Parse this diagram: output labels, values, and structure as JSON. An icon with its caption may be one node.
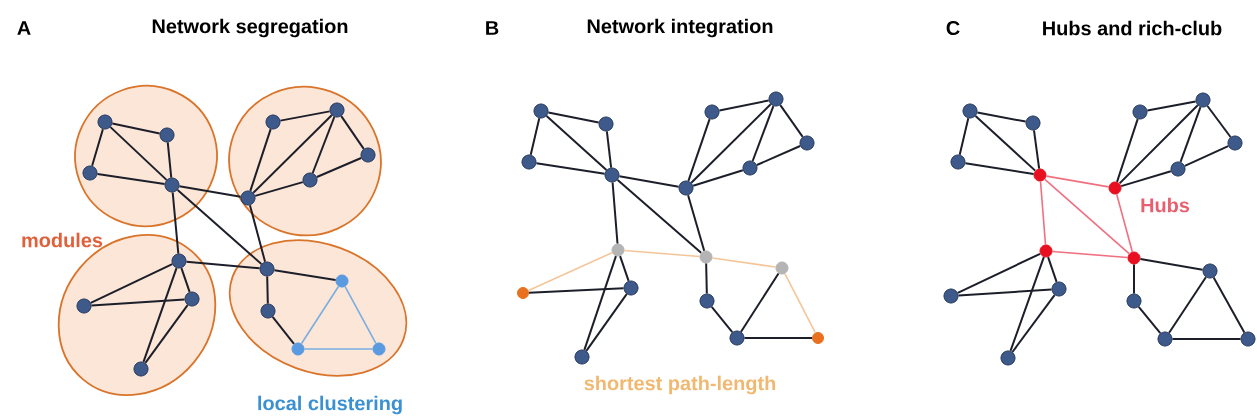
{
  "diagram": {
    "labels": [
      "A",
      "Network segregation",
      "B",
      "Network integration",
      "C",
      "Hubs and rich-club",
      "modules",
      "Hubs",
      "shortest path-length",
      "local clustering"
    ],
    "nodes": [
      {
        "text": [],
        "shape": "ellipse"
      },
      {
        "text": [],
        "shape": "ellipse"
      },
      {
        "text": [],
        "shape": "ellipse"
      },
      {
        "text": [],
        "shape": "ellipse"
      },
      {
        "text": [],
        "shape": "circle",
        "in": 0
      },
      {
        "text": [],
        "shape": "circle",
        "in": 0
      },
      {
        "text": [],
        "shape": "circle",
        "in": 0
      },
      {
        "text": [],
        "shape": "circle",
        "in": 0
      },
      {
        "text": [],
        "shape": "circle",
        "in": 1
      },
      {
        "text": [],
        "shape": "circle",
        "in": 1
      },
      {
        "text": [],
        "shape": "circle",
        "in": 1
      },
      {
        "text": [],
        "shape": "circle",
        "in": 1
      },
      {
        "text": [],
        "shape": "circle",
        "in": 1
      },
      {
        "text": [],
        "shape": "circle",
        "in": 2
      },
      {
        "text": [],
        "shape": "circle",
        "in": 2
      },
      {
        "text": [],
        "shape": "circle",
        "in": 2
      },
      {
        "text": [],
        "shape": "circle",
        "in": 2
      },
      {
        "text": [],
        "shape": "circle",
        "in": 3
      },
      {
        "text": [],
        "shape": "circle",
        "in": 3
      },
      {
        "text": [],
        "shape": "circle",
        "in": 3
      },
      {
        "text": [],
        "shape": "circle",
        "in": 3
      },
      {
        "text": [],
        "shape": "circle",
        "in": 3
      },
      {
        "text": [],
        "shape": "circle"
      },
      {
        "text": [],
        "shape": "circle"
      },
      {
        "text": [],
        "shape": "circle"
      },
      {
        "text": [],
        "shape": "circle"
      },
      {
        "text": [],
        "shape": "circle"
      },
      {
        "text": [],
        "shape": "circle"
      },
      {
        "text": [],
        "shape": "circle"
      },
      {
        "text": [],
        "shape": "circle"
      },
      {
        "text": [],
        "shape": "circle"
      },
      {
        "text": [],
        "shape": "circle"
      },
      {
        "text": [],
        "shape": "circle"
      },
      {
        "text": [],
        "shape": "circle"
      },
      {
        "text": [],
        "shape": "circle"
      },
      {
        "text": [],
        "shape": "circle"
      },
      {
        "text": [],
        "shape": "circle"
      },
      {
        "text": [],
        "shape": "circle"
      },
      {
        "text": [],
        "shape": "circle"
      },
      {
        "text": [],
        "shape": "circle"
      },
      {
        "text": [],
        "shape": "circle"
      },
      {
        "text": [],
        "shape": "circle"
      },
      {
        "text": [],
        "shape": "circle"
      },
      {
        "text": [],
        "shape": "circle"
      },
      {
        "text": [],
        "shape": "circle"
      },
      {
        "text": [],
        "shape": "circle"
      },
      {
        "text": [],
        "shape": "circle"
      },
      {
        "text": [],
        "shape": "circle"
      },
      {
        "text": [],
        "shape": "circle"
      },
      {
        "text": [],
        "shape": "circle"
      },
      {
        "text": [],
        "shape": "circle"
      },
      {
        "text": [],
        "shape": "circle"
      },
      {
        "text": [],
        "shape": "circle"
      },
      {
        "text": [],
        "shape": "circle"
      },
      {
        "text": [],
        "shape": "circle"
      },
      {
        "text": [],
        "shape": "circle"
      },
      {
        "text": [],
        "shape": "circle"
      },
      {
        "text": [],
        "shape": "circle"
      }
    ],
    "edges": [
      {
        "from": 4,
        "to": 5,
        "arrow": "none"
      },
      {
        "from": 4,
        "to": 6,
        "arrow": "none"
      },
      {
        "from": 4,
        "to": 7,
        "arrow": "none"
      },
      {
        "from": 5,
        "to": 7,
        "arrow": "none"
      },
      {
        "from": 6,
        "to": 7,
        "arrow": "none"
      },
      {
        "from": 8,
        "to": 9,
        "arrow": "none"
      },
      {
        "from": 9,
        "to": 10,
        "arrow": "none"
      },
      {
        "from": 9,
        "to": 11,
        "arrow": "none"
      },
      {
        "from": 10,
        "to": 11,
        "arrow": "none"
      },
      {
        "from": 8,
        "to": 12,
        "arrow": "none"
      },
      {
        "from": 9,
        "to": 12,
        "arrow": "none"
      },
      {
        "from": 11,
        "to": 12,
        "arrow": "none"
      },
      {
        "from": 7,
        "to": 12,
        "arrow": "none"
      },
      {
        "from": 7,
        "to": 13,
        "arrow": "none"
      },
      {
        "from": 7,
        "to": 17,
        "arrow": "none"
      },
      {
        "from": 12,
        "to": 17,
        "arrow": "none"
      },
      {
        "from": 13,
        "to": 17,
        "arrow": "none"
      },
      {
        "from": 13,
        "to": 14,
        "arrow": "none"
      },
      {
        "from": 13,
        "to": 15,
        "arrow": "none"
      },
      {
        "from": 13,
        "to": 16,
        "arrow": "none"
      },
      {
        "from": 14,
        "to": 15,
        "arrow": "none"
      },
      {
        "from": 15,
        "to": 16,
        "arrow": "none"
      },
      {
        "from": 17,
        "to": 18,
        "arrow": "none"
      },
      {
        "from": 17,
        "to": 19,
        "arrow": "none"
      },
      {
        "from": 18,
        "to": 20,
        "arrow": "none"
      },
      {
        "from": 19,
        "to": 20,
        "arrow": "none",
        "color": "#7aaee0"
      },
      {
        "from": 19,
        "to": 21,
        "arrow": "none",
        "color": "#7aaee0"
      },
      {
        "from": 20,
        "to": 21,
        "arrow": "none",
        "color": "#7aaee0"
      },
      {
        "from": 22,
        "to": 23,
        "arrow": "none"
      },
      {
        "from": 22,
        "to": 24,
        "arrow": "none"
      },
      {
        "from": 22,
        "to": 25,
        "arrow": "none"
      },
      {
        "from": 23,
        "to": 25,
        "arrow": "none"
      },
      {
        "from": 24,
        "to": 25,
        "arrow": "none"
      },
      {
        "from": 26,
        "to": 27,
        "arrow": "none"
      },
      {
        "from": 27,
        "to": 28,
        "arrow": "none"
      },
      {
        "from": 27,
        "to": 29,
        "arrow": "none"
      },
      {
        "from": 28,
        "to": 29,
        "arrow": "none"
      },
      {
        "from": 26,
        "to": 30,
        "arrow": "none"
      },
      {
        "from": 27,
        "to": 30,
        "arrow": "none"
      },
      {
        "from": 29,
        "to": 30,
        "arrow": "none"
      },
      {
        "from": 25,
        "to": 30,
        "arrow": "none"
      },
      {
        "from": 25,
        "to": 31,
        "arrow": "none"
      },
      {
        "from": 25,
        "to": 35,
        "arrow": "none"
      },
      {
        "from": 30,
        "to": 35,
        "arrow": "none"
      },
      {
        "from": 31,
        "to": 35,
        "arrow": "none",
        "color": "#f5c59a"
      },
      {
        "from": 31,
        "to": 32,
        "arrow": "none",
        "color": "#f5c59a"
      },
      {
        "from": 31,
        "to": 33,
        "arrow": "none"
      },
      {
        "from": 31,
        "to": 34,
        "arrow": "none"
      },
      {
        "from": 32,
        "to": 33,
        "arrow": "none"
      },
      {
        "from": 33,
        "to": 34,
        "arrow": "none"
      },
      {
        "from": 35,
        "to": 36,
        "arrow": "none"
      },
      {
        "from": 35,
        "to": 37,
        "arrow": "none",
        "color": "#f5c59a"
      },
      {
        "from": 36,
        "to": 38,
        "arrow": "none"
      },
      {
        "from": 37,
        "to": 38,
        "arrow": "none"
      },
      {
        "from": 37,
        "to": 39,
        "arrow": "none",
        "color": "#f5c59a"
      },
      {
        "from": 38,
        "to": 39,
        "arrow": "none"
      },
      {
        "from": 40,
        "to": 41,
        "arrow": "none"
      },
      {
        "from": 40,
        "to": 42,
        "arrow": "none"
      },
      {
        "from": 40,
        "to": 43,
        "arrow": "none"
      },
      {
        "from": 41,
        "to": 43,
        "arrow": "none"
      },
      {
        "from": 42,
        "to": 43,
        "arrow": "none"
      },
      {
        "from": 44,
        "to": 45,
        "arrow": "none"
      },
      {
        "from": 45,
        "to": 46,
        "arrow": "none"
      },
      {
        "from": 45,
        "to": 47,
        "arrow": "none"
      },
      {
        "from": 46,
        "to": 47,
        "arrow": "none"
      },
      {
        "from": 44,
        "to": 48,
        "arrow": "none"
      },
      {
        "from": 45,
        "to": 48,
        "arrow": "none"
      },
      {
        "from": 47,
        "to": 48,
        "arrow": "none"
      },
      {
        "from": 43,
        "to": 48,
        "arrow": "none",
        "color": "#f07080"
      },
      {
        "from": 43,
        "to": 49,
        "arrow": "none",
        "color": "#f07080"
      },
      {
        "from": 43,
        "to": 53,
        "arrow": "none",
        "color": "#f07080"
      },
      {
        "from": 48,
        "to": 53,
        "arrow": "none",
        "color": "#f07080"
      },
      {
        "from": 49,
        "to": 53,
        "arrow": "none",
        "color": "#f07080"
      },
      {
        "from": 49,
        "to": 50,
        "arrow": "none"
      },
      {
        "from": 49,
        "to": 51,
        "arrow": "none"
      },
      {
        "from": 49,
        "to": 52,
        "arrow": "none"
      },
      {
        "from": 50,
        "to": 51,
        "arrow": "none"
      },
      {
        "from": 51,
        "to": 52,
        "arrow": "none"
      },
      {
        "from": 53,
        "to": 54,
        "arrow": "none"
      },
      {
        "from": 53,
        "to": 55,
        "arrow": "none"
      },
      {
        "from": 54,
        "to": 56,
        "arrow": "none"
      },
      {
        "from": 55,
        "to": 56,
        "arrow": "none"
      },
      {
        "from": 55,
        "to": 57,
        "arrow": "none"
      },
      {
        "from": 56,
        "to": 57,
        "arrow": "none"
      }
    ]
  }
}
